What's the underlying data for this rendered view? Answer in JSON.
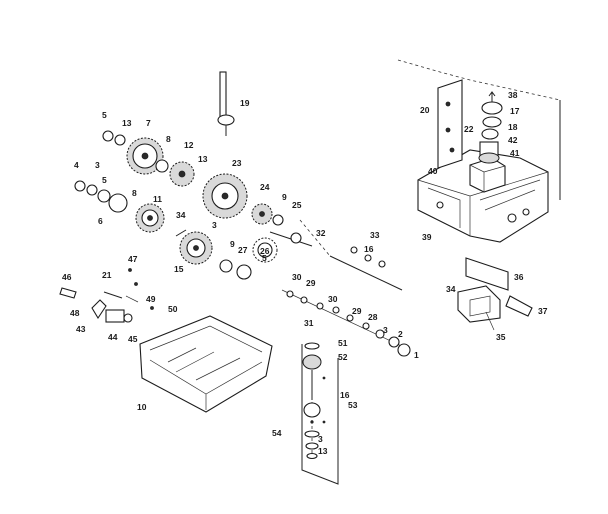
{
  "labels": {
    "l1": "1",
    "l2": "2",
    "l3a": "3",
    "l3b": "3",
    "l3c": "3",
    "l3d": "3",
    "l4": "4",
    "l5a": "5",
    "l5b": "5",
    "l5c": "5",
    "l6": "6",
    "l7": "7",
    "l8a": "8",
    "l8b": "8",
    "l9a": "9",
    "l9b": "9",
    "l10": "10",
    "l11": "11",
    "l12": "12",
    "l13a": "13",
    "l13b": "13",
    "l13c": "13",
    "l15": "15",
    "l16a": "16",
    "l16b": "16",
    "l17": "17",
    "l18": "18",
    "l19": "19",
    "l20": "20",
    "l21": "21",
    "l22": "22",
    "l23": "23",
    "l24": "24",
    "l25": "25",
    "l26": "26",
    "l27": "27",
    "l28": "28",
    "l29a": "29",
    "l29b": "29",
    "l30a": "30",
    "l30b": "30",
    "l31": "31",
    "l32": "32",
    "l33": "33",
    "l34a": "34",
    "l34b": "34",
    "l35": "35",
    "l36": "36",
    "l37": "37",
    "l38": "38",
    "l39": "39",
    "l40": "40",
    "l41": "41",
    "l42": "42",
    "l43": "43",
    "l44": "44",
    "l45": "45",
    "l46": "46",
    "l47": "47",
    "l48": "48",
    "l49": "49",
    "l50": "50",
    "l51": "51",
    "l52": "52",
    "l53": "53",
    "l54": "54"
  }
}
